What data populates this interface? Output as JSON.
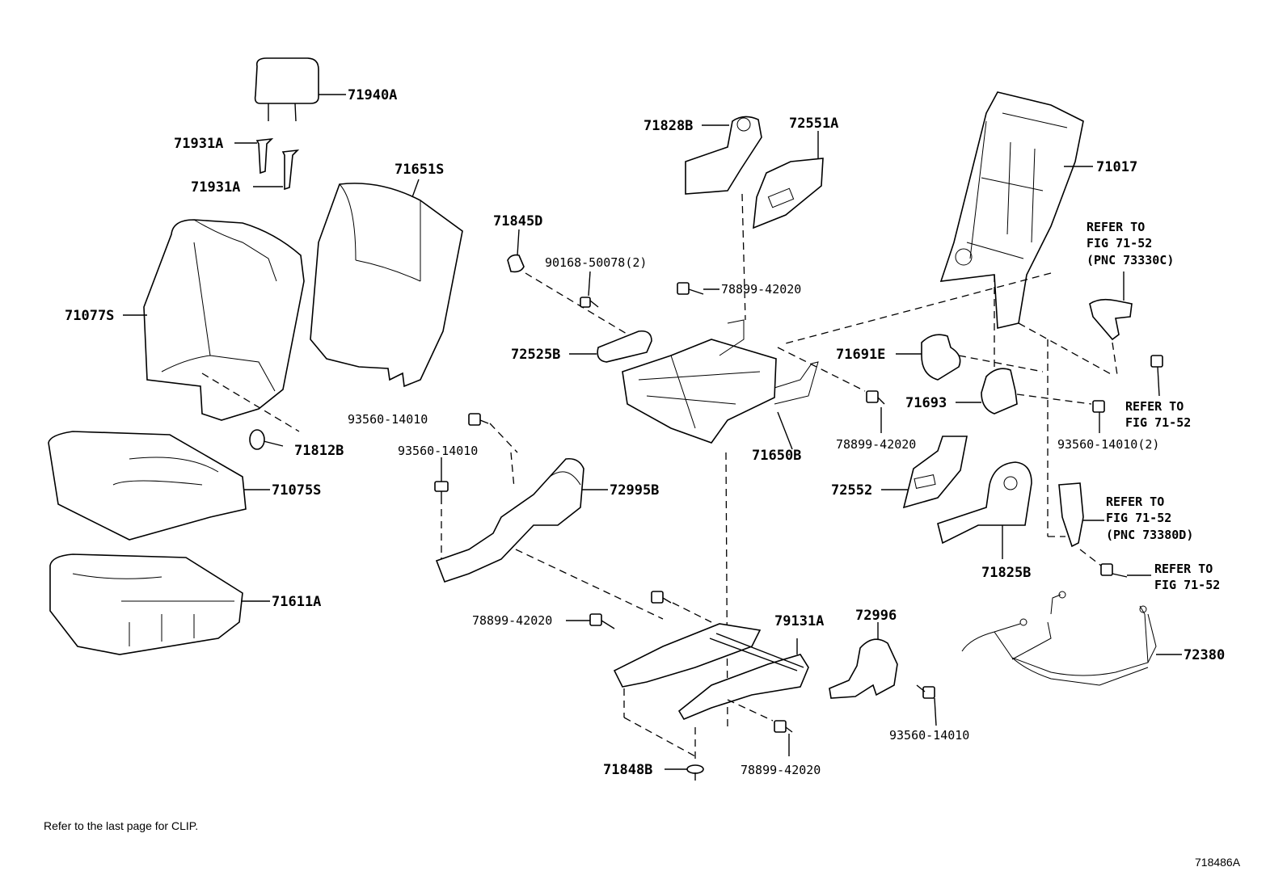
{
  "diagram": {
    "parts": {
      "p71940A": "71940A",
      "p71931A_1": "71931A",
      "p71931A_2": "71931A",
      "p71651S": "71651S",
      "p71077S": "71077S",
      "p71812B": "71812B",
      "p71075S": "71075S",
      "p71611A": "71611A",
      "p71845D": "71845D",
      "p90168": "90168-50078(2)",
      "p71828B": "71828B",
      "p72551A": "72551A",
      "p78899_top": "78899-42020",
      "p72525B": "72525B",
      "p93560_a": "93560-14010",
      "p93560_b": "93560-14010",
      "p72995B": "72995B",
      "p71650B": "71650B",
      "p71017": "71017",
      "p71691E": "71691E",
      "p71693": "71693",
      "p78899_mid": "78899-42020",
      "p72552": "72552",
      "p93560_c": "93560-14010(2)",
      "p71825B": "71825B",
      "p78899_left": "78899-42020",
      "p79131A": "79131A",
      "p72996": "72996",
      "p93560_d": "93560-14010",
      "p72380": "72380",
      "p71848B": "71848B",
      "p78899_bot": "78899-42020"
    },
    "references": {
      "r1_l1": "REFER TO",
      "r1_l2": "FIG 71-52",
      "r1_l3": "(PNC 73330C)",
      "r2_l1": "REFER TO",
      "r2_l2": "FIG 71-52",
      "r3_l1": "REFER TO",
      "r3_l2": "FIG 71-52",
      "r3_l3": "(PNC 73380D)",
      "r4_l1": "REFER TO",
      "r4_l2": "FIG 71-52"
    },
    "footnote": "Refer to the last page for CLIP.",
    "figure_id": "718486A"
  }
}
